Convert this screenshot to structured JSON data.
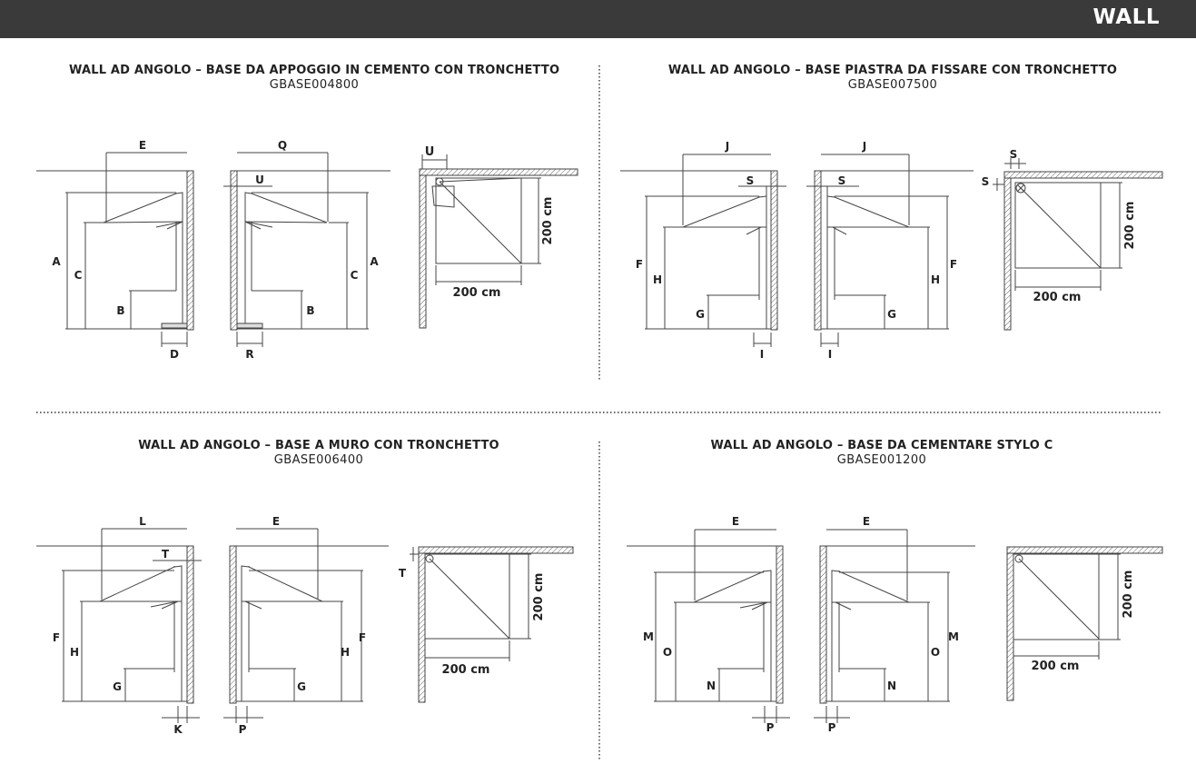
{
  "header": {
    "title": "WALL"
  },
  "sections": [
    {
      "title": "WALL AD ANGOLO – BASE DA APPOGGIO IN CEMENTO CON TRONCHETTO",
      "code": "GBASE004800",
      "labels": {
        "e": "E",
        "a": "A",
        "c": "C",
        "b": "B",
        "d": "D",
        "q": "Q",
        "u": "U",
        "c2": "C",
        "a2": "A",
        "b2": "B",
        "r": "R",
        "u2": "U"
      },
      "top_view": {
        "height_label": "200 cm",
        "width_label": "200 cm"
      }
    },
    {
      "title": "WALL AD ANGOLO – BASE PIASTRA DA FISSARE CON TRONCHETTO",
      "code": "GBASE007500",
      "labels": {
        "j": "J",
        "s": "S",
        "f": "F",
        "h": "H",
        "g": "G",
        "i": "I",
        "j2": "J",
        "s2": "S",
        "h2": "H",
        "f2": "F",
        "g2": "G",
        "i2": "I",
        "s3": "S",
        "s4": "S"
      },
      "top_view": {
        "height_label": "200 cm",
        "width_label": "200 cm"
      }
    },
    {
      "title": "WALL AD ANGOLO – BASE A MURO CON TRONCHETTO",
      "code": "GBASE006400",
      "labels": {
        "l": "L",
        "t": "T",
        "f": "F",
        "h": "H",
        "g": "G",
        "k": "K",
        "e": "E",
        "h2": "H",
        "f2": "F",
        "g2": "G",
        "p": "P",
        "t2": "T"
      },
      "top_view": {
        "height_label": "200 cm",
        "width_label": "200 cm"
      }
    },
    {
      "title": "WALL AD ANGOLO – BASE DA CEMENTARE STYLO C",
      "code": "GBASE001200",
      "labels": {
        "e": "E",
        "m": "M",
        "o": "O",
        "n": "N",
        "p": "P",
        "e2": "E",
        "o2": "O",
        "m2": "M",
        "n2": "N",
        "p2": "P"
      },
      "top_view": {
        "height_label": "200 cm",
        "width_label": "200 cm"
      }
    }
  ]
}
